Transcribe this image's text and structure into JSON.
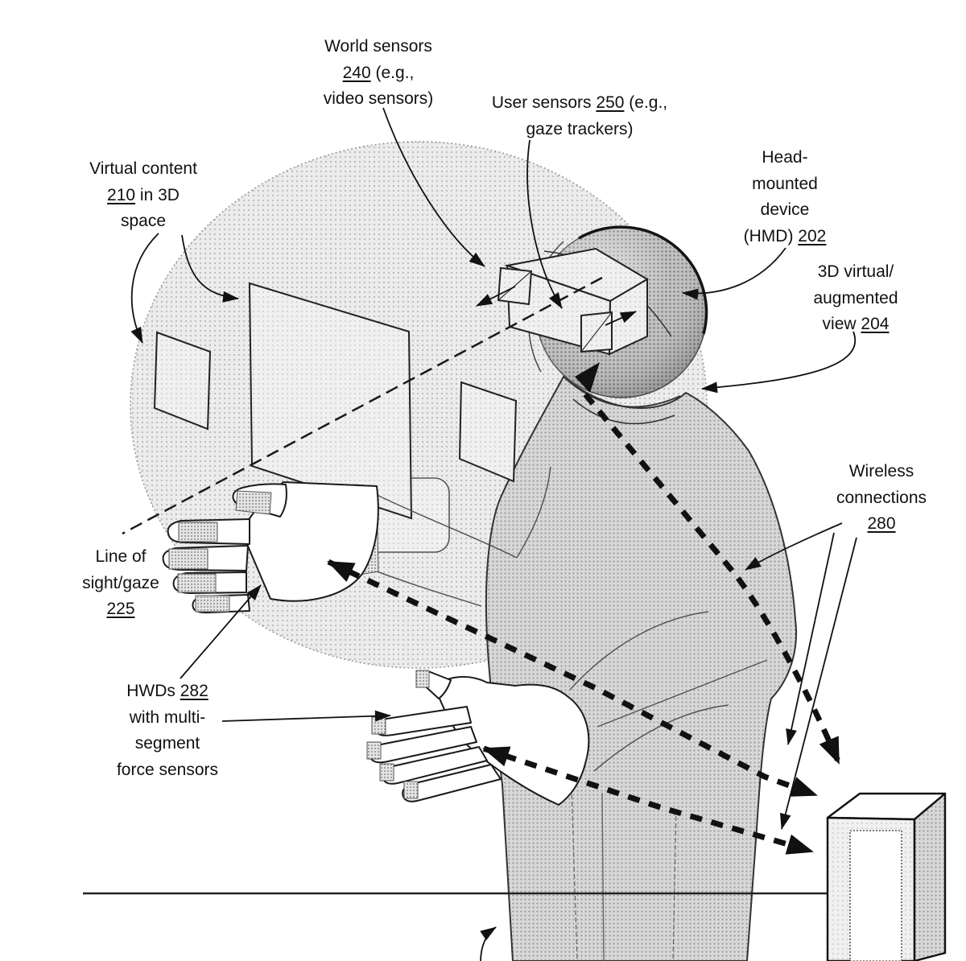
{
  "page": {
    "background": "#ffffff",
    "ink": "#111111"
  },
  "colors": {
    "stipple_light": "#e9e9e9",
    "stipple_medium": "#cccccc",
    "stipple_dark": "#a8a8a8",
    "head_shadow": "#7d7d7d"
  },
  "labels": {
    "virtual_content": {
      "lines": [
        "Virtual content",
        "210 in 3D",
        "space"
      ]
    },
    "world_sensors": {
      "lines": [
        "World sensors",
        "240 (e.g.,",
        "video sensors)"
      ]
    },
    "user_sensors": {
      "lines": [
        "User sensors 250 (e.g.,",
        "gaze trackers)"
      ]
    },
    "hmd": {
      "lines": [
        "Head-",
        "mounted",
        "device",
        "(HMD) 202"
      ]
    },
    "view_3d": {
      "lines": [
        "3D virtual/",
        "augmented",
        "view 204"
      ]
    },
    "wireless": {
      "lines": [
        "Wireless",
        "connections",
        "280"
      ]
    },
    "line_of_sight": {
      "lines": [
        "Line of",
        "sight/gaze",
        "225"
      ]
    },
    "hwds": {
      "lines": [
        "HWDs 282",
        "with multi-",
        "segment",
        "force sensors"
      ]
    }
  },
  "reference_numerals": {
    "202": "Head-mounted device (HMD)",
    "204": "3D virtual/augmented view",
    "210": "Virtual content in 3D space",
    "225": "Line of sight/gaze",
    "240": "World sensors (e.g., video sensors)",
    "250": "User sensors (e.g., gaze trackers)",
    "280": "Wireless connections",
    "282": "HWDs with multi-segment force sensors"
  }
}
